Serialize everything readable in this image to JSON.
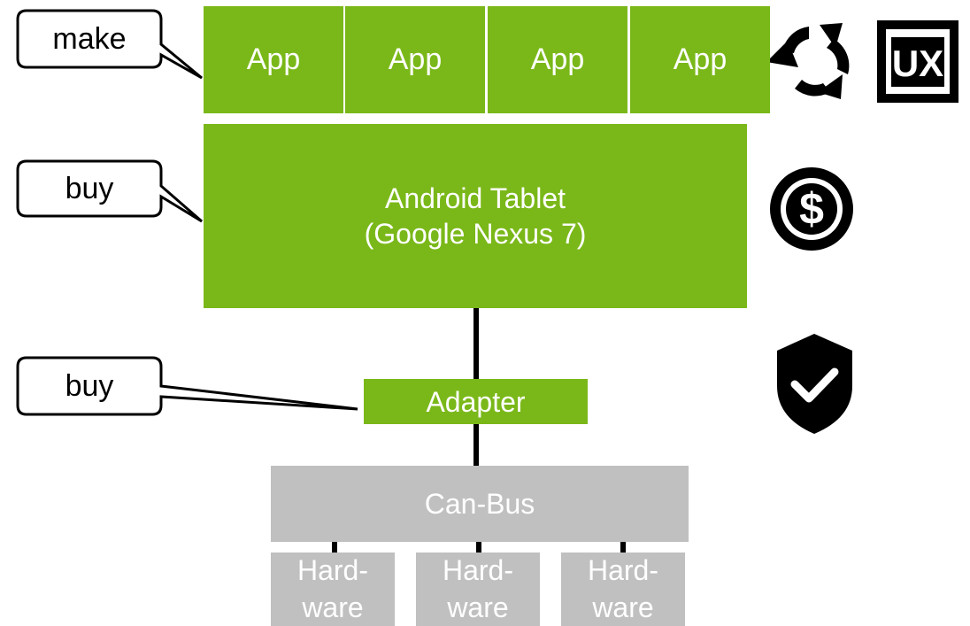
{
  "apps": [
    "App",
    "App",
    "App",
    "App"
  ],
  "tablet": {
    "line1": "Android Tablet",
    "line2": "(Google Nexus 7)"
  },
  "adapter": "Adapter",
  "canbus": "Can-Bus",
  "hardware": [
    {
      "line1": "Hard-",
      "line2": "ware"
    },
    {
      "line1": "Hard-",
      "line2": "ware"
    },
    {
      "line1": "Hard-",
      "line2": "ware"
    }
  ],
  "callouts": {
    "make": "make",
    "buy_tablet": "buy",
    "buy_adapter": "buy"
  },
  "icons": [
    "refresh-cycle-icon",
    "ux-icon",
    "dollar-icon",
    "shield-check-icon"
  ],
  "colors": {
    "green": "#7ab819",
    "gray": "#c0c0c0",
    "black": "#000000"
  }
}
